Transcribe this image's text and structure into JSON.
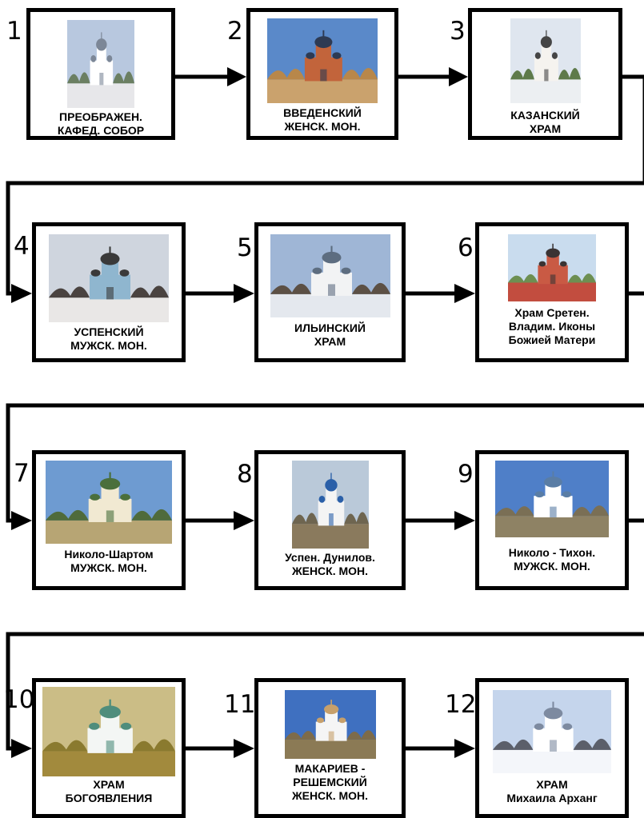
{
  "steps": [
    {
      "number": "1",
      "caption": [
        "ПРЕОБРАЖЕН.",
        "КАФЕД. СОБОР"
      ]
    },
    {
      "number": "2",
      "caption": [
        "ВВЕДЕНСКИЙ",
        "ЖЕНСК. МОН."
      ]
    },
    {
      "number": "3",
      "caption": [
        "КАЗАНСКИЙ",
        "ХРАМ"
      ]
    },
    {
      "number": "4",
      "caption": [
        "УСПЕНСКИЙ",
        "МУЖСК. МОН."
      ]
    },
    {
      "number": "5",
      "caption": [
        "ИЛЬИНСКИЙ",
        "ХРАМ"
      ]
    },
    {
      "number": "6",
      "caption": [
        "Храм Сретен.",
        "Владим. Иконы",
        "Божией Матери"
      ]
    },
    {
      "number": "7",
      "caption": [
        "Николо-Шартом",
        "МУЖСК. МОН."
      ]
    },
    {
      "number": "8",
      "caption": [
        "Успен. Дунилов.",
        "ЖЕНСК. МОН."
      ]
    },
    {
      "number": "9",
      "caption": [
        "Николо - Тихон.",
        "МУЖСК. МОН."
      ]
    },
    {
      "number": "10",
      "caption": [
        "ХРАМ",
        "БОГОЯВЛЕНИЯ"
      ]
    },
    {
      "number": "11",
      "caption": [
        "МАКАРИЕВ -",
        "РЕШЕМСКИЙ",
        "ЖЕНСК. МОН."
      ]
    },
    {
      "number": "12",
      "caption": [
        "ХРАМ",
        "Михаила Арханг"
      ]
    }
  ],
  "colors": {
    "line": "#000000",
    "box_border": "#000000"
  }
}
